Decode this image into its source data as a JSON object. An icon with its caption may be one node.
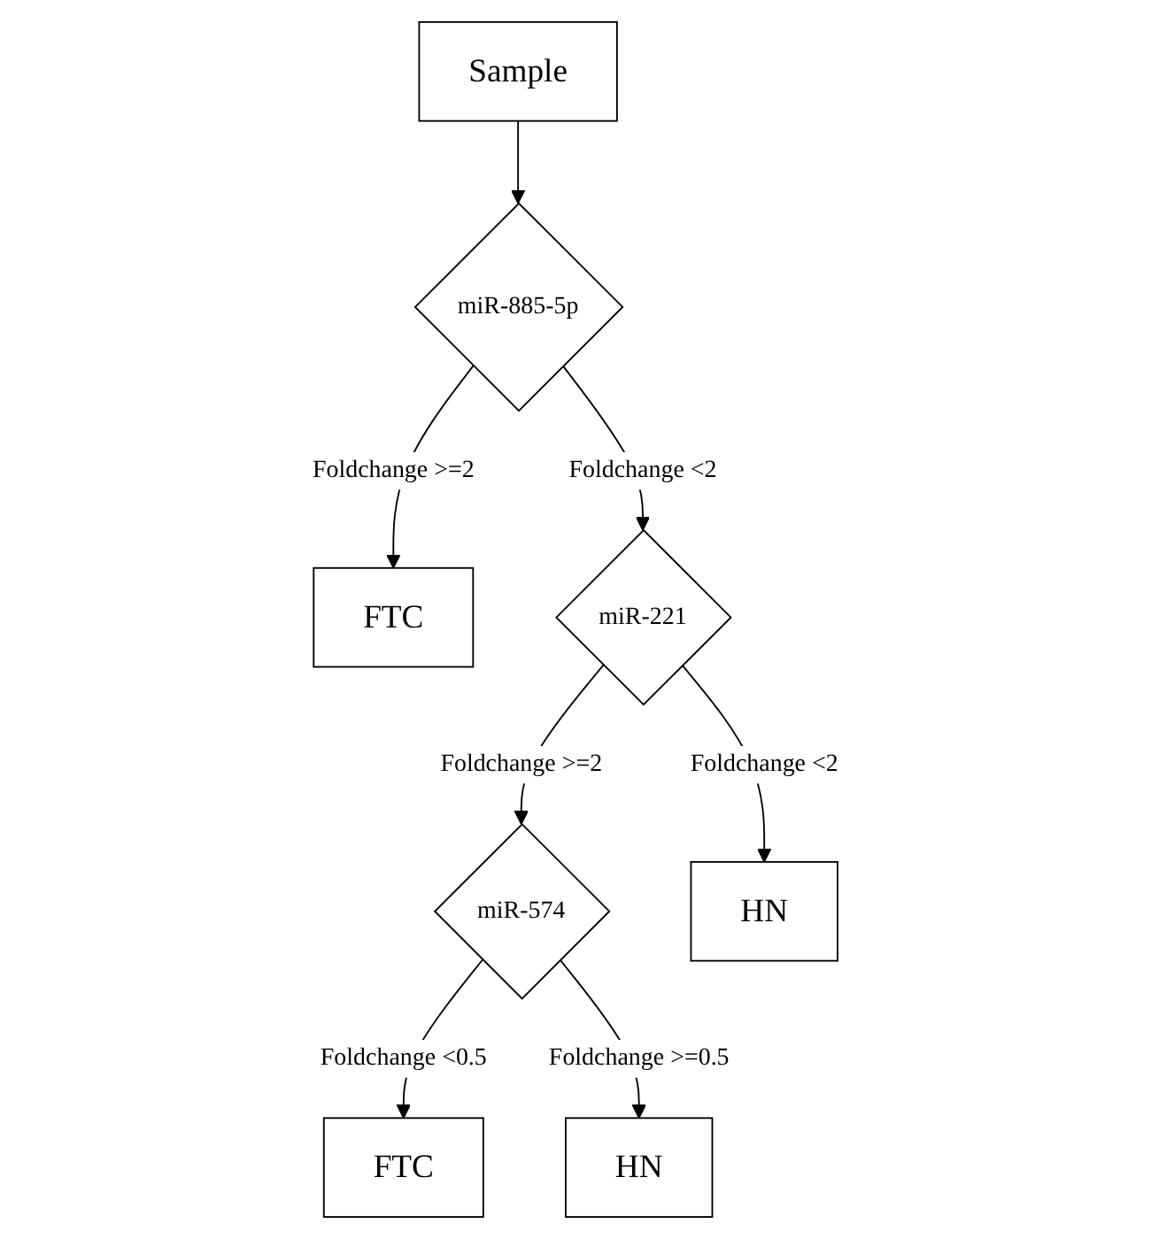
{
  "diagram": {
    "nodes": [
      {
        "text": [
          "Sample"
        ]
      },
      {
        "text": [
          "miR-885-5p"
        ]
      },
      {
        "text": [
          "FTC"
        ]
      },
      {
        "text": [
          "miR-221"
        ]
      },
      {
        "text": [
          "miR-574"
        ]
      },
      {
        "text": [
          "HN"
        ]
      },
      {
        "text": [
          "FTC"
        ]
      },
      {
        "text": [
          "HN"
        ]
      }
    ],
    "edges": [
      {
        "from": 0,
        "to": 1,
        "arrow": "to"
      },
      {
        "from": 1,
        "to": 2,
        "arrow": "to",
        "label": "Foldchange >=2"
      },
      {
        "from": 1,
        "to": 3,
        "arrow": "to",
        "label": "Foldchange <2"
      },
      {
        "from": 3,
        "to": 4,
        "arrow": "to",
        "label": "Foldchange >=2"
      },
      {
        "from": 3,
        "to": 5,
        "arrow": "to",
        "label": "Foldchange <2"
      },
      {
        "from": 4,
        "to": 6,
        "arrow": "to",
        "label": "Foldchange <0.5"
      },
      {
        "from": 4,
        "to": 7,
        "arrow": "to",
        "label": "Foldchange >=0.5"
      }
    ]
  }
}
